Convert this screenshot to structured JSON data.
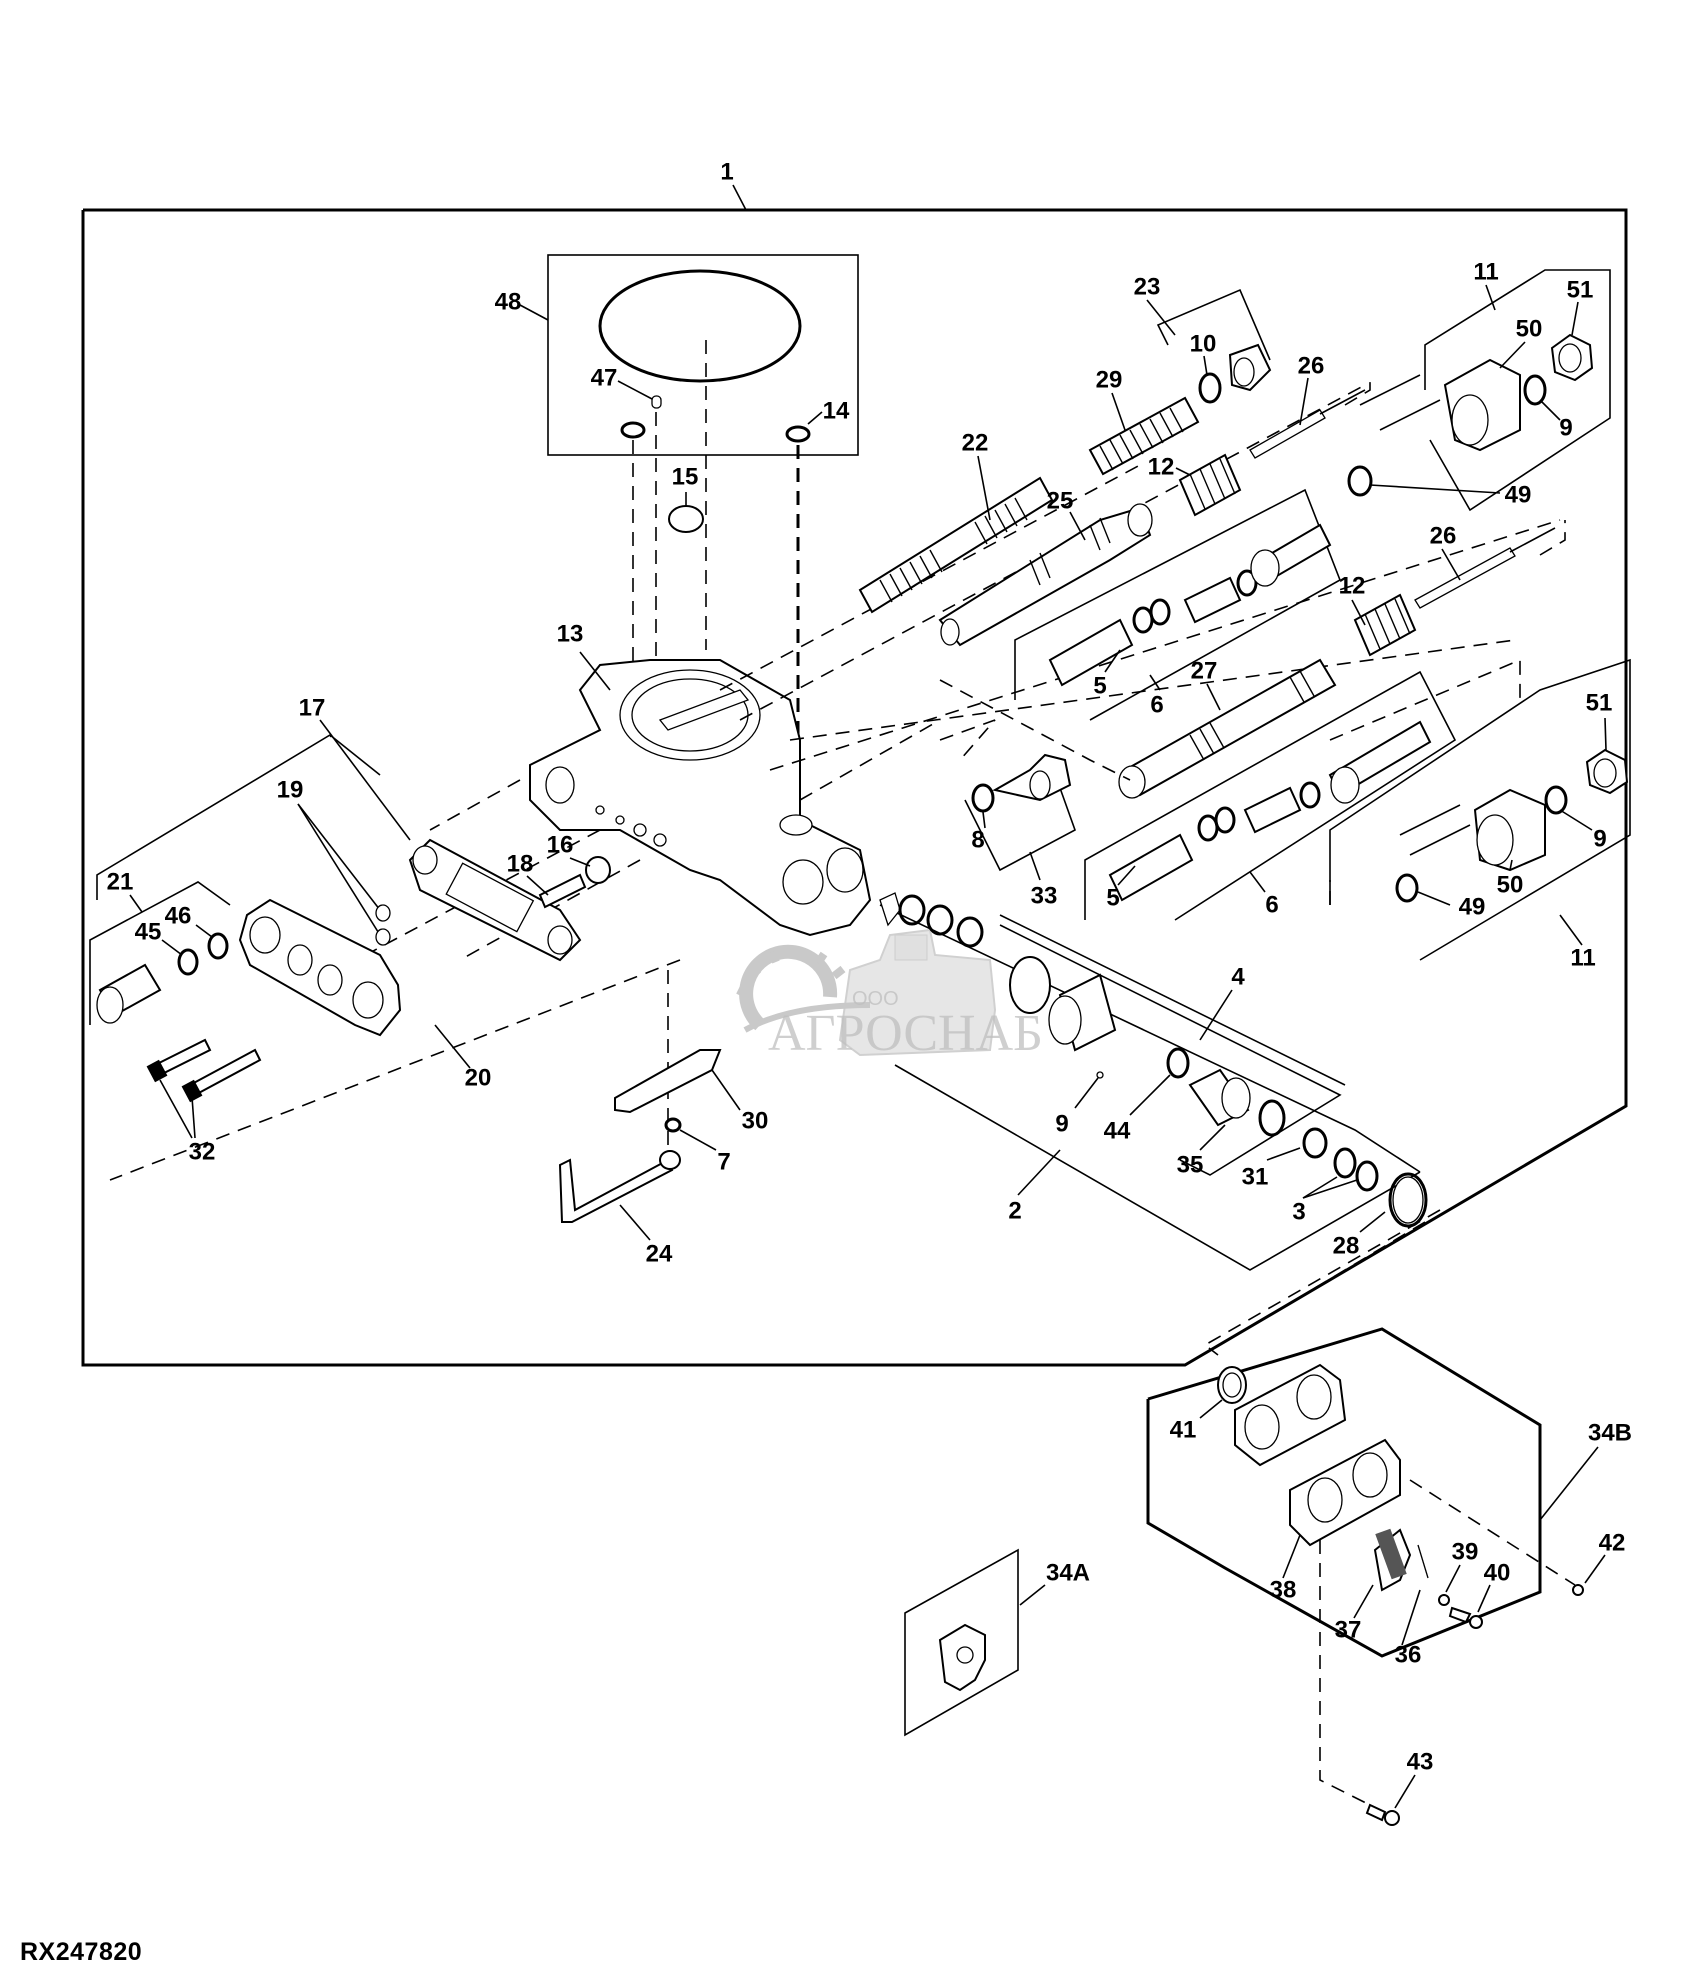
{
  "figure_id": "RX247820",
  "watermark": {
    "prefix": "ООО",
    "brand": "АГРОСНАБ",
    "icon": "gear-and-combine-harvester-icon"
  },
  "callouts": {
    "c1": "1",
    "c2": "2",
    "c3": "3",
    "c4": "4",
    "c5a": "5",
    "c5b": "5",
    "c6a": "6",
    "c6b": "6",
    "c7": "7",
    "c8": "8",
    "c9a": "9",
    "c9b": "9",
    "c9c": "9",
    "c10": "10",
    "c11a": "11",
    "c11b": "11",
    "c12a": "12",
    "c12b": "12",
    "c13": "13",
    "c14": "14",
    "c15": "15",
    "c16": "16",
    "c17": "17",
    "c18": "18",
    "c19": "19",
    "c20": "20",
    "c21": "21",
    "c22": "22",
    "c23": "23",
    "c24": "24",
    "c25": "25",
    "c26a": "26",
    "c26b": "26",
    "c27": "27",
    "c28": "28",
    "c29": "29",
    "c30": "30",
    "c31": "31",
    "c32": "32",
    "c33": "33",
    "c34a": "34A",
    "c34b": "34B",
    "c35": "35",
    "c36": "36",
    "c37": "37",
    "c38": "38",
    "c39": "39",
    "c40": "40",
    "c41": "41",
    "c42": "42",
    "c43": "43",
    "c44": "44",
    "c45": "45",
    "c46": "46",
    "c47": "47",
    "c48": "48",
    "c49a": "49",
    "c49b": "49",
    "c50a": "50",
    "c50b": "50",
    "c51a": "51",
    "c51b": "51"
  }
}
